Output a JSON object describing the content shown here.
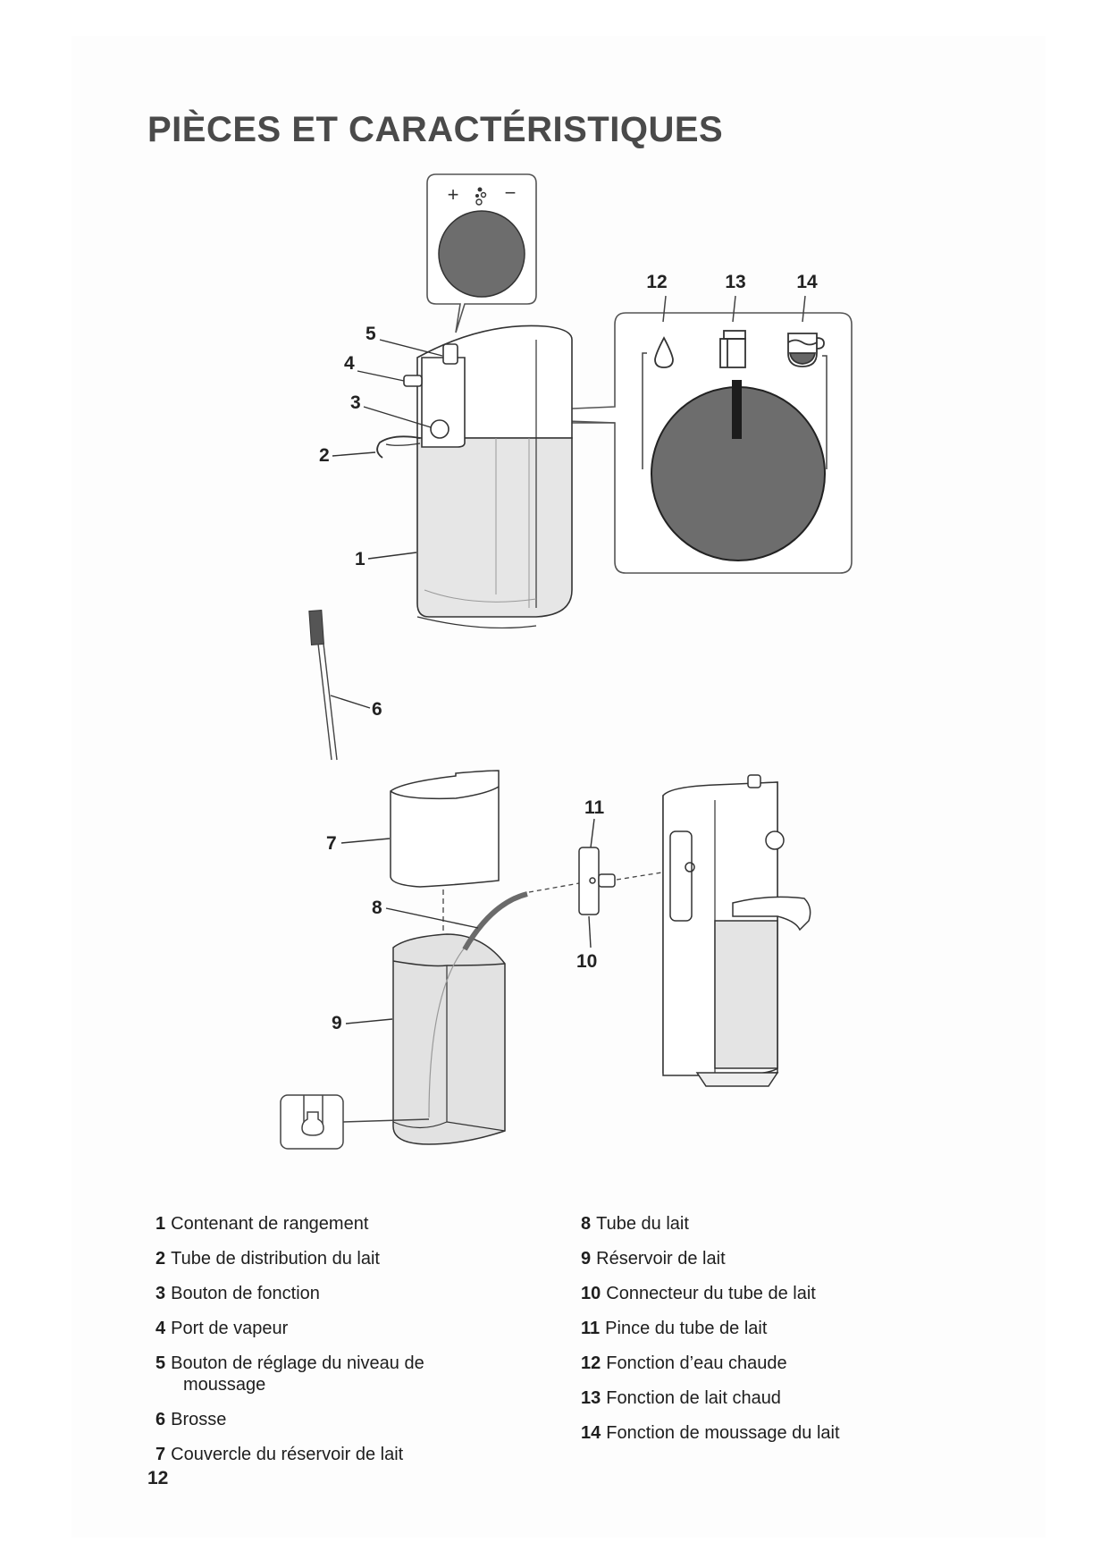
{
  "page": {
    "title": "PIÈCES ET CARACTÉRISTIQUES",
    "page_number": "12"
  },
  "diagram": {
    "frothing_control": {
      "plus_label": "+",
      "minus_label": "−",
      "icon": "foam-bubbles-icon"
    },
    "function_icons": [
      {
        "number": "12",
        "icon": "water-drop-icon"
      },
      {
        "number": "13",
        "icon": "milk-carton-icon"
      },
      {
        "number": "14",
        "icon": "frothed-milk-cup-icon"
      }
    ],
    "callouts": [
      "1",
      "2",
      "3",
      "4",
      "5",
      "6",
      "7",
      "8",
      "9",
      "10",
      "11",
      "12",
      "13",
      "14"
    ]
  },
  "legend": {
    "left": [
      {
        "num": "1",
        "text": "Contenant de rangement"
      },
      {
        "num": "2",
        "text": "Tube de distribution du lait"
      },
      {
        "num": "3",
        "text": "Bouton de fonction"
      },
      {
        "num": "4",
        "text": "Port de vapeur"
      },
      {
        "num": "5",
        "text": "Bouton de réglage du niveau de",
        "text2": "moussage"
      },
      {
        "num": "6",
        "text": "Brosse"
      },
      {
        "num": "7",
        "text": "Couvercle du réservoir de lait"
      }
    ],
    "right": [
      {
        "num": "8",
        "text": "Tube du lait"
      },
      {
        "num": "9",
        "text": "Réservoir de lait"
      },
      {
        "num": "10",
        "text": "Connecteur du tube de lait"
      },
      {
        "num": "11",
        "text": "Pince du tube de lait"
      },
      {
        "num": "12",
        "text": "Fonction d’eau chaude"
      },
      {
        "num": "13",
        "text": "Fonction de lait chaud"
      },
      {
        "num": "14",
        "text": "Fonction de moussage du lait"
      }
    ]
  }
}
